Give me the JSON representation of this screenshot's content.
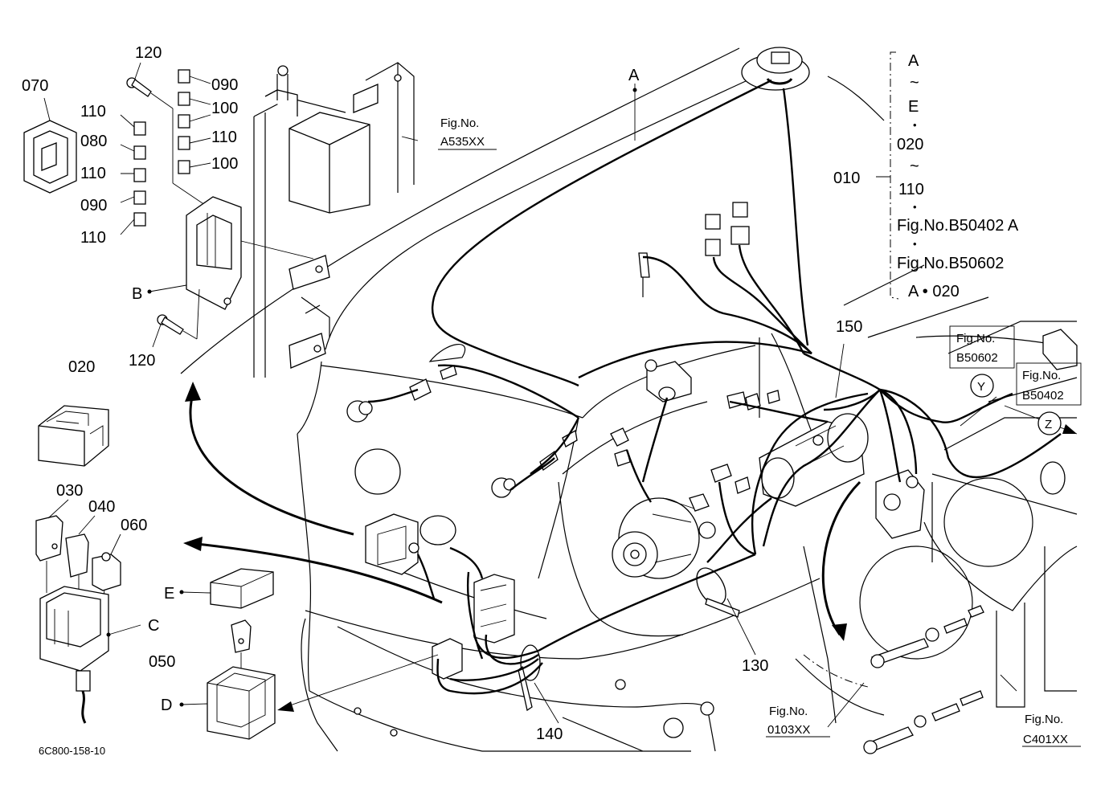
{
  "callouts": {
    "p070": "070",
    "p120_top": "120",
    "p120_bottom": "120",
    "p090_a": "090",
    "p100_a": "100",
    "p110_r": "110",
    "p100_b": "100",
    "p110_a": "110",
    "p080": "080",
    "p110_b": "110",
    "p090_b": "090",
    "p110_c": "110",
    "p020": "020",
    "p030": "030",
    "p040": "040",
    "p060": "060",
    "p050": "050",
    "p150": "150",
    "p130": "130",
    "p140": "140",
    "p010": "010"
  },
  "letters": {
    "A": "A",
    "B": "B",
    "C": "C",
    "D": "D",
    "E": "E",
    "Y": "Y",
    "Z": "Z"
  },
  "fig_refs": {
    "a535_line1": "Fig.No.",
    "a535_line2": "A535XX",
    "b50602_line1": "Fig.No.",
    "b50602_line2": "B50602",
    "b50402_line1": "Fig.No.",
    "b50402_line2": "B50402",
    "f0103_line1": "Fig.No.",
    "f0103_line2": "0103XX",
    "c401_line1": "Fig.No.",
    "c401_line2": "C401XX"
  },
  "bracket_note": {
    "l1": "A",
    "l2": "~",
    "l3": "E",
    "l4": "•",
    "l5": "020",
    "l6": "~",
    "l7": "110",
    "l8": "•",
    "l9": "Fig.No.B50402  A",
    "l10": "•",
    "l11": "Fig.No.B50602",
    "l12": "A • 020"
  },
  "drawing_code": "6C800-158-10"
}
